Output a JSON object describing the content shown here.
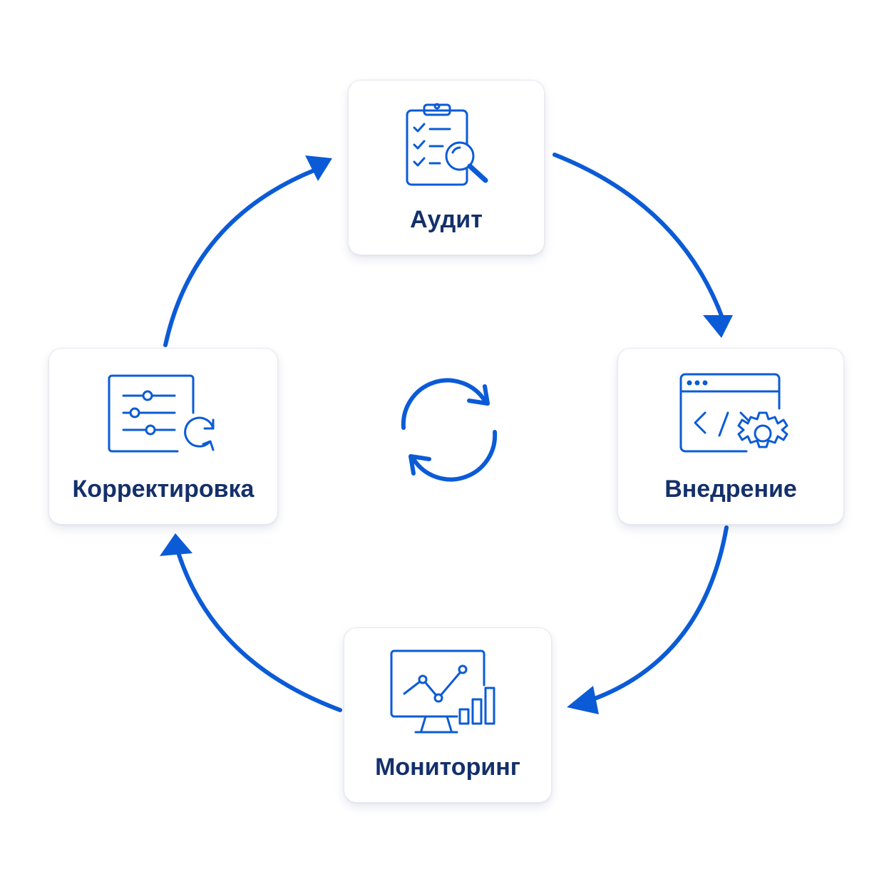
{
  "colors": {
    "accent": "#0b5bd6",
    "label": "#14306b",
    "card_border": "#e6e8f0",
    "background": "#ffffff"
  },
  "steps": [
    {
      "label": "Аудит",
      "icon": "clipboard-search-icon"
    },
    {
      "label": "Внедрение",
      "icon": "browser-code-gear-icon"
    },
    {
      "label": "Мониторинг",
      "icon": "monitor-chart-icon"
    },
    {
      "label": "Корректировка",
      "icon": "sliders-refresh-icon"
    }
  ],
  "center_icon": "refresh-cycle-icon"
}
